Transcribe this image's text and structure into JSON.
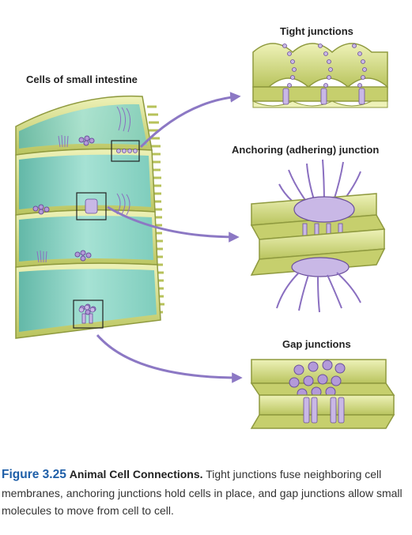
{
  "labels": {
    "cells": "Cells of small intestine",
    "tight": "Tight junctions",
    "anchoring": "Anchoring (adhering) junction",
    "gap": "Gap junctions"
  },
  "caption": {
    "figure_number": "Figure 3.25",
    "title": "Animal Cell Connections.",
    "text": "Tight junctions fuse neighboring cell membranes, anchoring junctions hold cells in place, and gap junctions allow small molecules to move from cell to cell."
  },
  "colors": {
    "membrane": "#d8df8a",
    "membrane_dark": "#a7b24d",
    "cytoplasm": "#8fd6c6",
    "cytoplasm_dark": "#4fa898",
    "protein": "#b39ad9",
    "protein_dark": "#6b4f9c",
    "arrow": "#8c78c4",
    "caption_blue": "#1f5fa8"
  }
}
